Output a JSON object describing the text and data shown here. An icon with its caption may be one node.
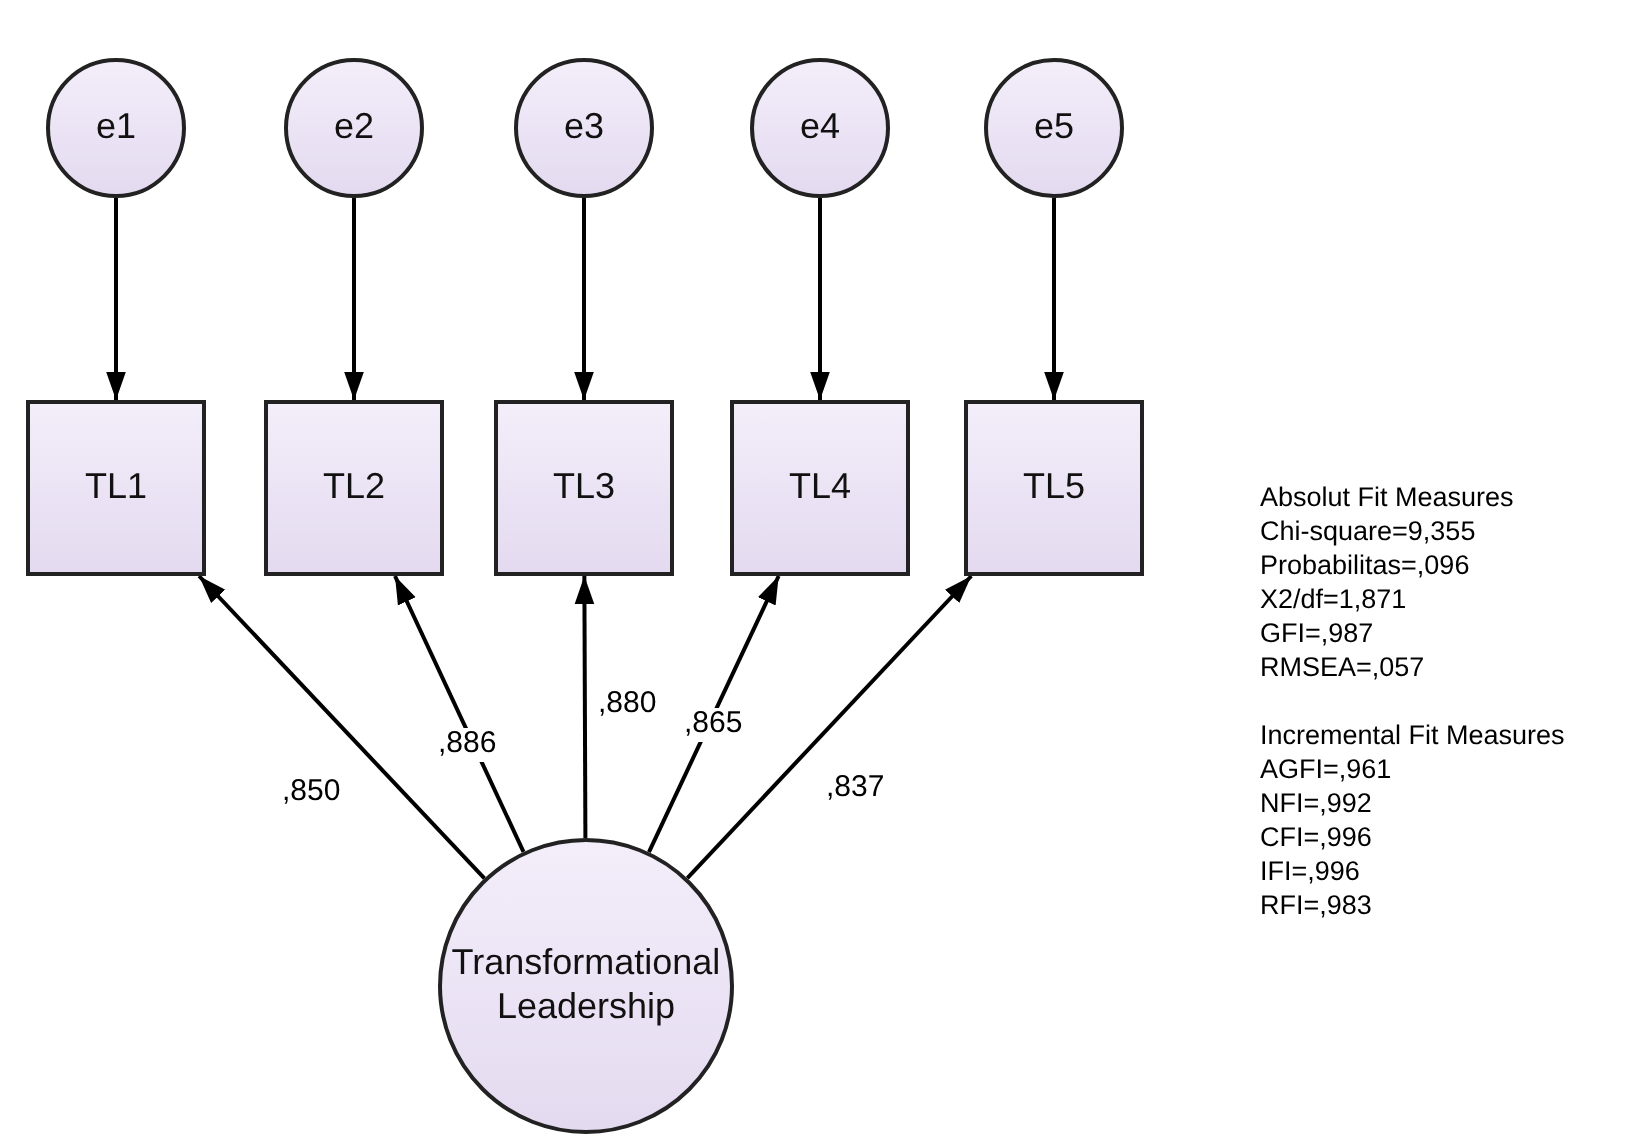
{
  "diagram": {
    "nodes": [
      {
        "text": [
          "e1"
        ]
      },
      {
        "text": [
          "e2"
        ]
      },
      {
        "text": [
          "e3"
        ]
      },
      {
        "text": [
          "e4"
        ]
      },
      {
        "text": [
          "e5"
        ]
      },
      {
        "text": [
          "TL1"
        ]
      },
      {
        "text": [
          "TL2"
        ]
      },
      {
        "text": [
          "TL3"
        ]
      },
      {
        "text": [
          "TL4"
        ]
      },
      {
        "text": [
          "TL5"
        ]
      },
      {
        "text": [
          "Transformational Leadership"
        ]
      }
    ],
    "edges": [
      {
        "from": 0,
        "to": 5,
        "arrow": "to"
      },
      {
        "from": 1,
        "to": 6,
        "arrow": "to"
      },
      {
        "from": 2,
        "to": 7,
        "arrow": "to"
      },
      {
        "from": 3,
        "to": 8,
        "arrow": "to"
      },
      {
        "from": 4,
        "to": 9,
        "arrow": "to"
      },
      {
        "from": 10,
        "to": 5,
        "arrow": "to",
        "label": ",850"
      },
      {
        "from": 10,
        "to": 6,
        "arrow": "to",
        "label": ",886"
      },
      {
        "from": 10,
        "to": 7,
        "arrow": "to",
        "label": ",880"
      },
      {
        "from": 10,
        "to": 8,
        "arrow": "to",
        "label": ",865"
      },
      {
        "from": 10,
        "to": 9,
        "arrow": "to",
        "label": ",837"
      }
    ],
    "labels": [
      "Absolut Fit Measures",
      "Chi-square=9,355",
      "Probabilitas=,096",
      "X2/df=1,871",
      "GFI=,987",
      "RMSEA=,057",
      "Incremental Fit Measures",
      "AGFI=,961",
      "NFI=,992",
      "CFI=,996",
      "IFI=,996",
      "RFI=,983"
    ]
  }
}
